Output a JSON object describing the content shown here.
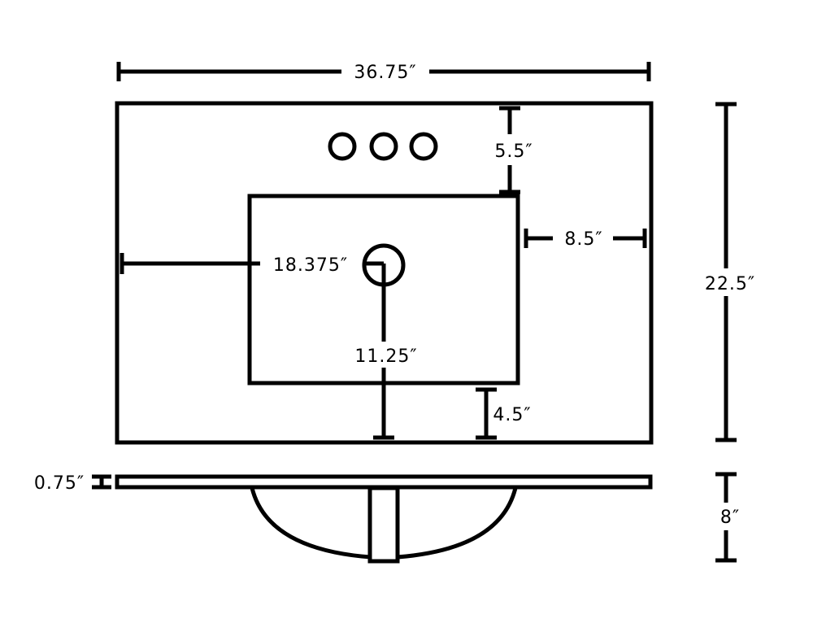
{
  "colors": {
    "stroke": "#000000",
    "background": "#ffffff"
  },
  "dimensions": {
    "width": "36.75″",
    "depth": "22.5″",
    "faucet_to_bowl": "5.5″",
    "bowl_to_right_edge": "8.5″",
    "left_edge_to_drain": "18.375″",
    "drain_to_front_edge": "11.25″",
    "bowl_to_front_edge": "4.5″",
    "counter_thickness": "0.75″",
    "bowl_height": "8″"
  }
}
